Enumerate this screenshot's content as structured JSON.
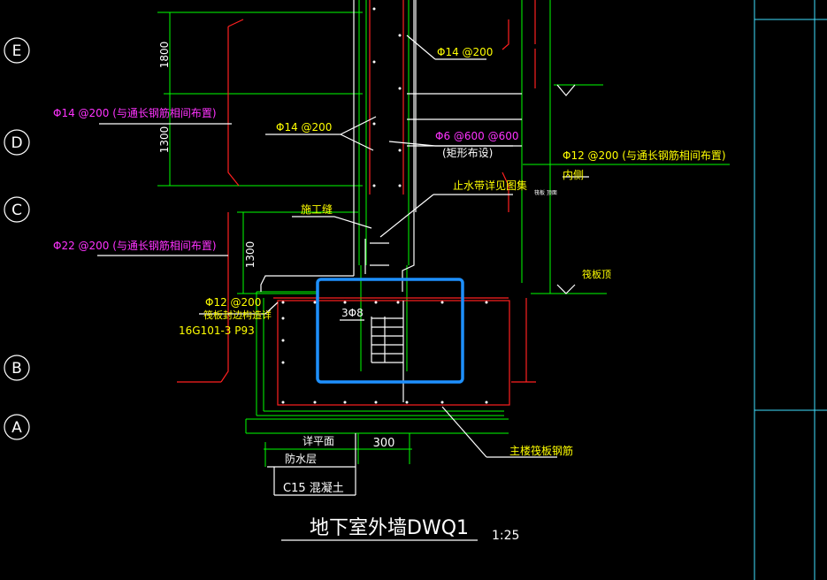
{
  "axis_bubbles": [
    "E",
    "D",
    "C",
    "B",
    "A"
  ],
  "dims": {
    "d1800": "1800",
    "d1300a": "1300",
    "d1300b": "1300",
    "d300": "300"
  },
  "labels": {
    "phi14_200_top": "Φ14 @200",
    "phi14_200_left": "Φ14 @200 (与通长钢筋相间布置)",
    "phi14_200_mid": "Φ14 @200",
    "phi6_600": "Φ6 @600 @600",
    "phi6_sub": "(矩形布设)",
    "phi12_200_right": "Φ12 @200 (与通长钢筋相间布置)",
    "inner_side": "内侧",
    "waterstop": "止水带详见图集",
    "construction_joint": "施工缝",
    "phi22_200": "Φ22 @200 (与通长钢筋相间布置)",
    "phi12_200_low": "Φ12 @200",
    "slab_anchor": "筏板封边构造详",
    "atlas_ref": "16G101-3 P93",
    "three_phi8": "3Φ8",
    "raft_top": "筏板顶",
    "raft_rebar": "主楼筏板钢筋",
    "detail_plan": "详平面",
    "waterproof": "防水层",
    "c15": "C15 混凝土",
    "small_right": "筏板\n顶面"
  },
  "title": {
    "name": "地下室外墙DWQ1",
    "scale": "1:25"
  },
  "colors": {
    "green": "#00ff00",
    "red": "#ff2020",
    "white": "#ffffff",
    "yellow": "#ffff00",
    "magenta": "#ff33ff",
    "cyan": "#40e0ff",
    "highlight": "#1e90ff"
  }
}
